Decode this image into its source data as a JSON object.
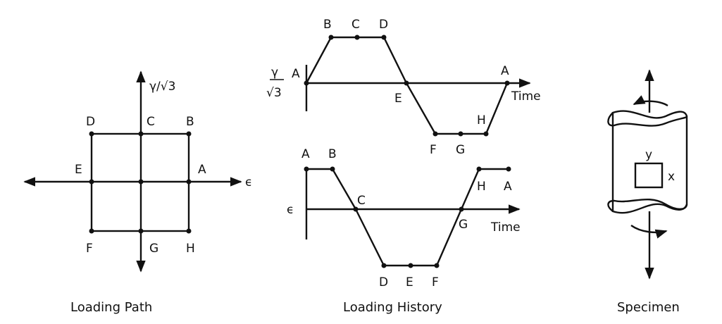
{
  "loading_path": {
    "caption": "Loading Path",
    "y_axis_label": "γ/√3",
    "x_axis_label": "ϵ",
    "points": {
      "A": "A",
      "B": "B",
      "C": "C",
      "D": "D",
      "E": "E",
      "F": "F",
      "G": "G",
      "H": "H"
    }
  },
  "loading_history": {
    "caption": "Loading History",
    "top": {
      "y_label_num": "γ",
      "y_label_den": "√3",
      "x_label": "Time",
      "points": [
        "A",
        "B",
        "C",
        "D",
        "E",
        "F",
        "G",
        "H",
        "A"
      ]
    },
    "bottom": {
      "y_label": "ϵ",
      "x_label": "Time",
      "points": [
        "A",
        "B",
        "C",
        "D",
        "E",
        "F",
        "G",
        "H",
        "A"
      ]
    }
  },
  "specimen": {
    "caption": "Specimen",
    "y_label": "y",
    "x_label": "x"
  }
}
